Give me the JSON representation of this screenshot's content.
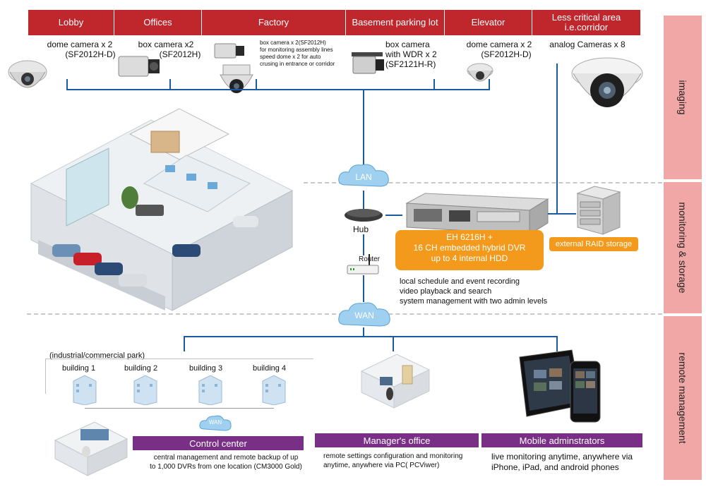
{
  "headers": [
    "Lobby",
    "Offices",
    "Factory",
    "Basement parking lot",
    "Elevator",
    "Less critical area i.e.corridor"
  ],
  "cameras": {
    "lobby": [
      "dome camera x 2",
      "(SF2012H-D)"
    ],
    "offices": [
      "box camera x2",
      "(SF2012H)"
    ],
    "factory": [
      "box camera x 2(SF2012H)",
      "for monitoring assembly lines",
      "speed dome x 2 for auto",
      "crusing in entrance or corridor"
    ],
    "parking": [
      "box camera",
      "with WDR x 2",
      "(SF2121H-R)"
    ],
    "elevator": [
      "dome camera x 2",
      "(SF2012H-D)"
    ],
    "corridor": [
      "analog Cameras x 8"
    ]
  },
  "network": {
    "lan": "LAN",
    "wan_top": "WAN",
    "wan_small": "WAN",
    "hub": "Hub",
    "router": "Router"
  },
  "dvr": {
    "box": [
      "EH 6216H +",
      "16 CH embedded hybrid DVR",
      "up to 4 internal HDD"
    ],
    "raid": "external RAID storage",
    "features": [
      "local schedule and event recording",
      "video playback and search",
      "system management with two admin levels"
    ]
  },
  "sections": [
    "imaging",
    "monitoring & storage",
    "remote management"
  ],
  "park": {
    "title": "(industrial/commercial park)",
    "buildings": [
      "building 1",
      "building 2",
      "building 3",
      "building 4"
    ]
  },
  "remote": {
    "control_center": {
      "title": "Control center",
      "desc": [
        "central management and remote backup of up",
        "to 1,000 DVRs from one location (CM3000 Gold)"
      ]
    },
    "manager": {
      "title": "Manager's office",
      "desc": [
        "remote settings configuration and monitoring",
        "anytime, anywhere via PC( PCViwer)"
      ]
    },
    "mobile": {
      "title": "Mobile adminstrators",
      "desc": [
        "live monitoring anytime, anywhere via",
        "iPhone, iPad, and android phones"
      ]
    }
  },
  "colors": {
    "header_red": "#c0272d",
    "side_pink": "#f0a7a6",
    "line_blue": "#1a5aa0",
    "orange": "#f39a1c",
    "purple": "#7a2f86"
  }
}
